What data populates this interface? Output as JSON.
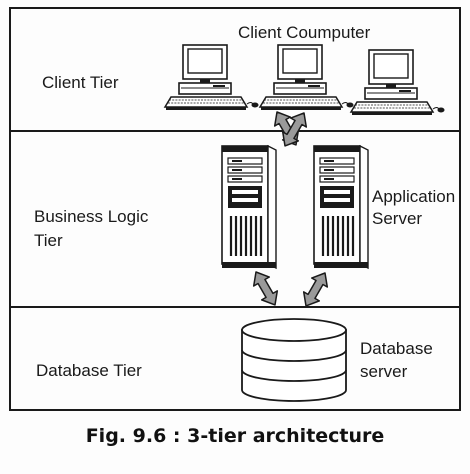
{
  "diagram": {
    "top_label": "Client Coumputer",
    "tiers": [
      {
        "name": "Client Tier"
      },
      {
        "name_line1": "Business Logic",
        "name_line2": "Tier"
      },
      {
        "name": "Database Tier"
      }
    ],
    "app_server_label": {
      "line1": "Application",
      "line2": "Server"
    },
    "db_server_label": {
      "line1": "Database",
      "line2": "server"
    }
  },
  "caption": {
    "fig_no": "Fig. 9.6 :",
    "title": "3-tier architecture"
  },
  "icons": [
    "computer-icon",
    "server-icon",
    "database-icon",
    "double-arrow-icon"
  ],
  "colors": {
    "ink": "#1a1a1a",
    "paper": "#fdfdfd",
    "arrow_fill": "#9a9a9a"
  }
}
